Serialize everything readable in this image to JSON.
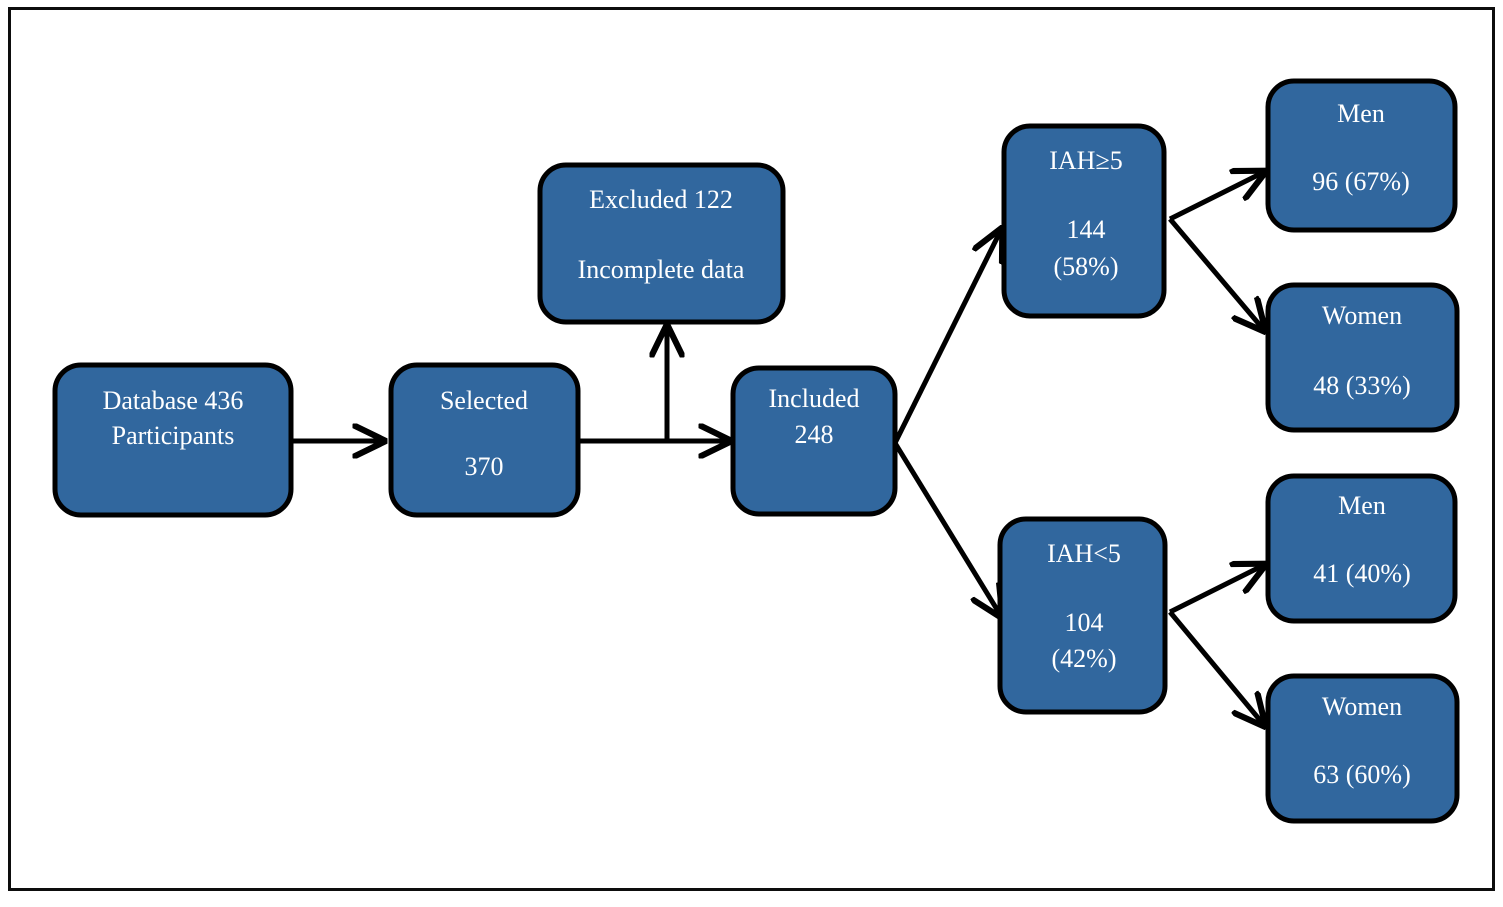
{
  "figure": {
    "kind": "participant-flow-diagram",
    "colors": {
      "box_fill": "#31679e",
      "box_stroke": "#000000",
      "box_text": "#ffffff",
      "arrow": "#000000",
      "background": "#ffffff",
      "frame": "#0d0d0d"
    }
  },
  "nodes": {
    "database": {
      "id": "database",
      "line1": "Database 436",
      "line2": "Participants"
    },
    "selected": {
      "id": "selected",
      "line1": "Selected",
      "line2": "370"
    },
    "excluded": {
      "id": "excluded",
      "line1": "Excluded 122",
      "line2": "Incomplete data"
    },
    "included": {
      "id": "included",
      "line1": "Included",
      "line2": "248"
    },
    "iah_high": {
      "id": "iah-high",
      "line1": "IAH≥5",
      "line2": "144",
      "line3": "(58%)"
    },
    "iah_low": {
      "id": "iah-low",
      "line1": "IAH<5",
      "line2": "104",
      "line3": "(42%)"
    },
    "men_high": {
      "id": "men-high",
      "line1": "Men",
      "line2": "96 (67%)"
    },
    "women_high": {
      "id": "women-high",
      "line1": "Women",
      "line2": "48 (33%)"
    },
    "men_low": {
      "id": "men-low",
      "line1": "Men",
      "line2": "41 (40%)"
    },
    "women_low": {
      "id": "women-low",
      "line1": "Women",
      "line2": "63 (60%)"
    }
  },
  "edges": [
    {
      "from": "database",
      "to": "selected",
      "shape": "horizontal-arrow"
    },
    {
      "from": "selected",
      "to": "included",
      "shape": "horizontal-arrow"
    },
    {
      "from": "selected-included-midpoint",
      "to": "excluded",
      "shape": "vertical-arrow-up"
    },
    {
      "from": "included",
      "to": "iah_high",
      "shape": "diagonal-arrow-up-right"
    },
    {
      "from": "included",
      "to": "iah_low",
      "shape": "diagonal-arrow-down-right"
    },
    {
      "from": "iah_high",
      "to": "men_high",
      "shape": "diagonal-arrow-up-right"
    },
    {
      "from": "iah_high",
      "to": "women_high",
      "shape": "diagonal-arrow-down-right"
    },
    {
      "from": "iah_low",
      "to": "men_low",
      "shape": "diagonal-arrow-up-right"
    },
    {
      "from": "iah_low",
      "to": "women_low",
      "shape": "diagonal-arrow-down-right"
    }
  ],
  "chart_data": {
    "type": "diagram",
    "title": "",
    "stages": [
      {
        "label": "Database 436 Participants",
        "value": 436
      },
      {
        "label": "Selected 370",
        "value": 370
      },
      {
        "label": "Excluded 122 Incomplete data",
        "value": 122
      },
      {
        "label": "Included 248",
        "value": 248
      },
      {
        "label": "IAH≥5 144 (58%)",
        "value": 144,
        "percent": 58
      },
      {
        "label": "IAH<5 104 (42%)",
        "value": 104,
        "percent": 42
      },
      {
        "label": "Men 96 (67%)",
        "value": 96,
        "percent": 67
      },
      {
        "label": "Women 48 (33%)",
        "value": 48,
        "percent": 33
      },
      {
        "label": "Men 41 (40%)",
        "value": 41,
        "percent": 40
      },
      {
        "label": "Women 63 (60%)",
        "value": 63,
        "percent": 60
      }
    ]
  }
}
